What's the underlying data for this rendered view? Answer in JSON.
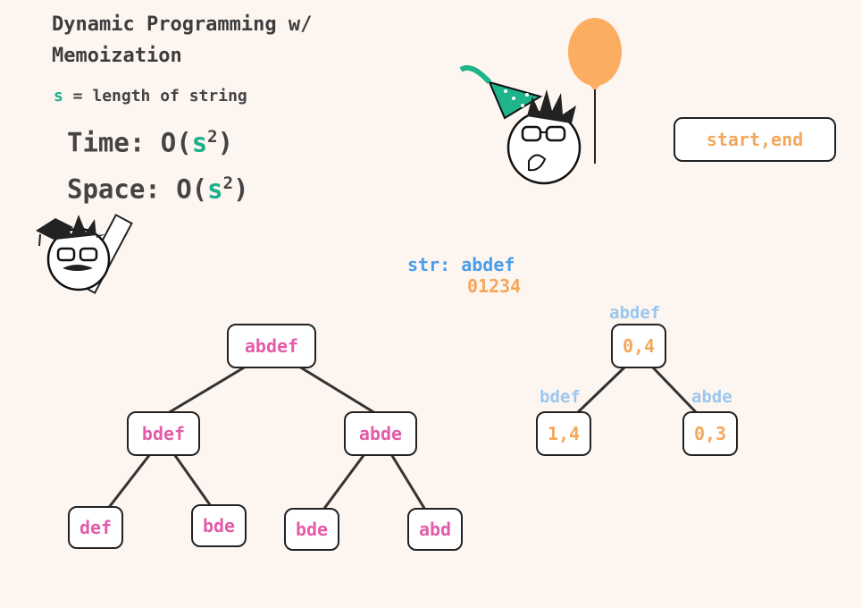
{
  "header": {
    "title_line1": "Dynamic Programming w/",
    "title_line2": "Memoization",
    "s_var": "s",
    "s_def": " = length of string"
  },
  "complexity": {
    "time_label": "Time: O(",
    "space_label": "Space: O(",
    "var": "s",
    "exp": "2",
    "close": ")"
  },
  "key_box": "start,end",
  "string_info": {
    "prefix": "str: ",
    "value": "abdef",
    "indices": "01234"
  },
  "left_tree": {
    "root": "abdef",
    "level1": [
      "bdef",
      "abde"
    ],
    "level2": [
      "def",
      "bde",
      "bde",
      "abd"
    ]
  },
  "right_tree": {
    "root_label": "abdef",
    "root_key": "0,4",
    "left_label": "bdef",
    "left_key": "1,4",
    "right_label": "abde",
    "right_key": "0,3"
  },
  "colors": {
    "teal": "#1aaf8a",
    "pink": "#e25ca8",
    "orange": "#f4a75b",
    "blue": "#4a9eea",
    "light_blue": "#9bc7ee",
    "background": "#fdf5f0"
  }
}
